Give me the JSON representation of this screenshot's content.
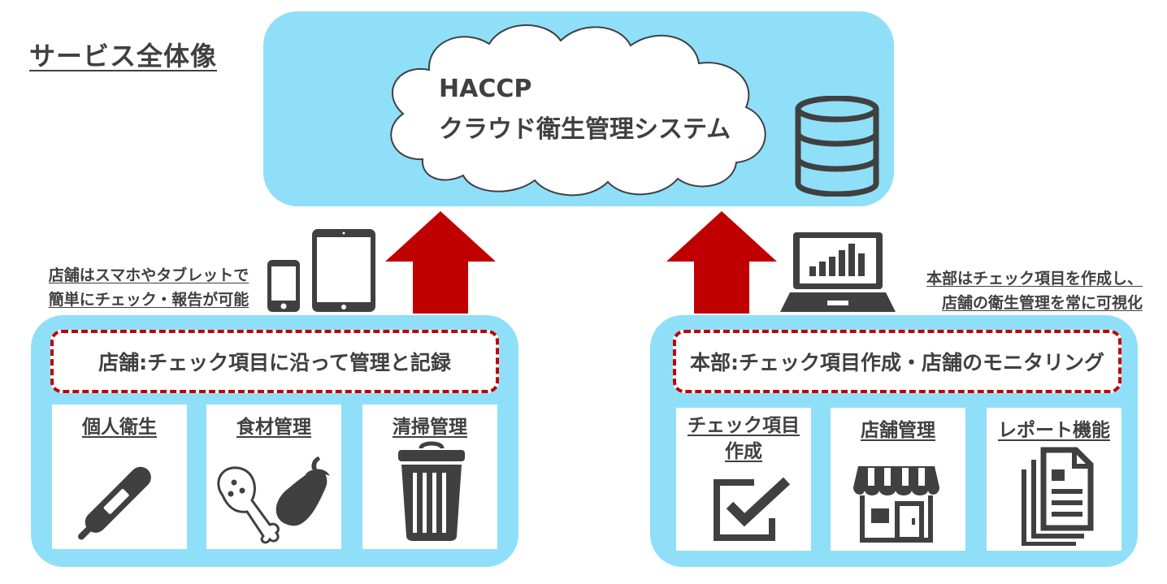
{
  "title": "サービス全体像",
  "cloud": {
    "line1": "HACCP",
    "line2": "クラウド衛生管理システム"
  },
  "left": {
    "caption_line1": "店舗はスマホやタブレットで",
    "caption_line2": "簡単にチェック・報告が可能",
    "header": "店舗:チェック項目に沿って管理と記録",
    "cards": [
      {
        "label": "個人衛生",
        "icon": "thermometer-icon"
      },
      {
        "label": "食材管理",
        "icon": "food-icon"
      },
      {
        "label": "清掃管理",
        "icon": "trash-can-icon"
      }
    ]
  },
  "right": {
    "caption_line1": "本部はチェック項目を作成し、",
    "caption_line2": "店舗の衛生管理を常に可視化",
    "header": "本部:チェック項目作成・店舗のモニタリング",
    "cards": [
      {
        "label": "チェック項目作成",
        "label_line1": "チェック項目",
        "label_line2": "作成",
        "icon": "checkbox-icon"
      },
      {
        "label": "店舗管理",
        "icon": "store-icon"
      },
      {
        "label": "レポート機能",
        "icon": "report-icon"
      }
    ]
  },
  "colors": {
    "panel": "#8fdff8",
    "arrow": "#c00000",
    "dash": "#c00000",
    "icon": "#404040",
    "text": "#404040"
  }
}
